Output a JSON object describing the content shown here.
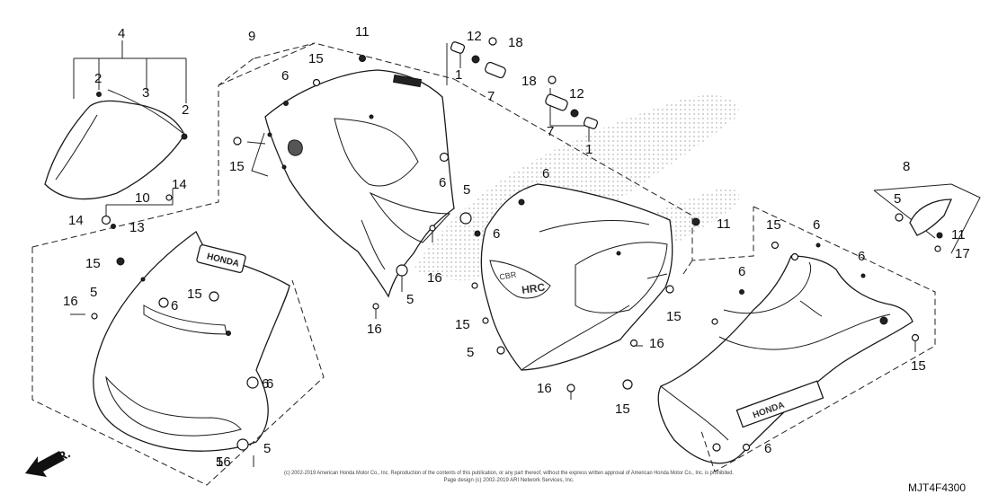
{
  "callouts": [
    {
      "id": "c4a",
      "text": "4"
    },
    {
      "id": "c2a",
      "text": "2"
    },
    {
      "id": "c3",
      "text": "3"
    },
    {
      "id": "c2b",
      "text": "2"
    },
    {
      "id": "c9",
      "text": "9"
    },
    {
      "id": "c11a",
      "text": "11"
    },
    {
      "id": "c12a",
      "text": "12"
    },
    {
      "id": "c18a",
      "text": "18"
    },
    {
      "id": "c1a",
      "text": "1"
    },
    {
      "id": "c7a",
      "text": "7"
    },
    {
      "id": "c18b",
      "text": "18"
    },
    {
      "id": "c12b",
      "text": "12"
    },
    {
      "id": "c7b",
      "text": "7"
    },
    {
      "id": "c1b",
      "text": "1"
    },
    {
      "id": "c15a",
      "text": "15"
    },
    {
      "id": "c6a",
      "text": "6"
    },
    {
      "id": "c15b",
      "text": "15"
    },
    {
      "id": "c6b",
      "text": "6"
    },
    {
      "id": "c14a",
      "text": "14"
    },
    {
      "id": "c10",
      "text": "10"
    },
    {
      "id": "c14b",
      "text": "14"
    },
    {
      "id": "c13",
      "text": "13"
    },
    {
      "id": "c5a",
      "text": "5"
    },
    {
      "id": "c6c",
      "text": "6"
    },
    {
      "id": "c16a",
      "text": "16"
    },
    {
      "id": "c5b",
      "text": "5"
    },
    {
      "id": "c16b",
      "text": "16"
    },
    {
      "id": "c6d",
      "text": "6"
    },
    {
      "id": "c11b",
      "text": "11"
    },
    {
      "id": "c15c",
      "text": "15"
    },
    {
      "id": "c5c",
      "text": "5"
    },
    {
      "id": "c16c",
      "text": "16"
    },
    {
      "id": "c15d",
      "text": "15"
    },
    {
      "id": "c16d",
      "text": "16"
    },
    {
      "id": "c5d",
      "text": "5"
    },
    {
      "id": "c15e",
      "text": "15"
    },
    {
      "id": "c6e",
      "text": "6"
    },
    {
      "id": "c6f",
      "text": "6"
    },
    {
      "id": "c16e",
      "text": "16"
    },
    {
      "id": "c5e",
      "text": "5"
    },
    {
      "id": "c15f",
      "text": "15"
    },
    {
      "id": "c6g",
      "text": "6"
    },
    {
      "id": "c5f",
      "text": "5"
    },
    {
      "id": "c16f",
      "text": "16"
    },
    {
      "id": "c8",
      "text": "8"
    },
    {
      "id": "c5g",
      "text": "5"
    },
    {
      "id": "c11c",
      "text": "11"
    },
    {
      "id": "c17",
      "text": "17"
    },
    {
      "id": "c15g",
      "text": "15"
    },
    {
      "id": "c6h",
      "text": "6"
    },
    {
      "id": "c6i",
      "text": "6"
    },
    {
      "id": "c6j",
      "text": "6"
    },
    {
      "id": "c15h",
      "text": "15"
    },
    {
      "id": "c15i",
      "text": "15"
    },
    {
      "id": "c6k",
      "text": "6"
    }
  ],
  "decals": {
    "honda_badge": "HONDA"
  },
  "direction_label": "FR.",
  "diagram_code": "MJT4F4300",
  "copyright_line1": "(c) 2002-2019 American Honda Motor Co., Inc. Reproduction of the contents of this publication, or any part thereof, without the express written approval of American Honda Motor Co., Inc. is prohibited.",
  "copyright_line2": "Page design (c) 2002-2019 ARI Network Services, Inc."
}
